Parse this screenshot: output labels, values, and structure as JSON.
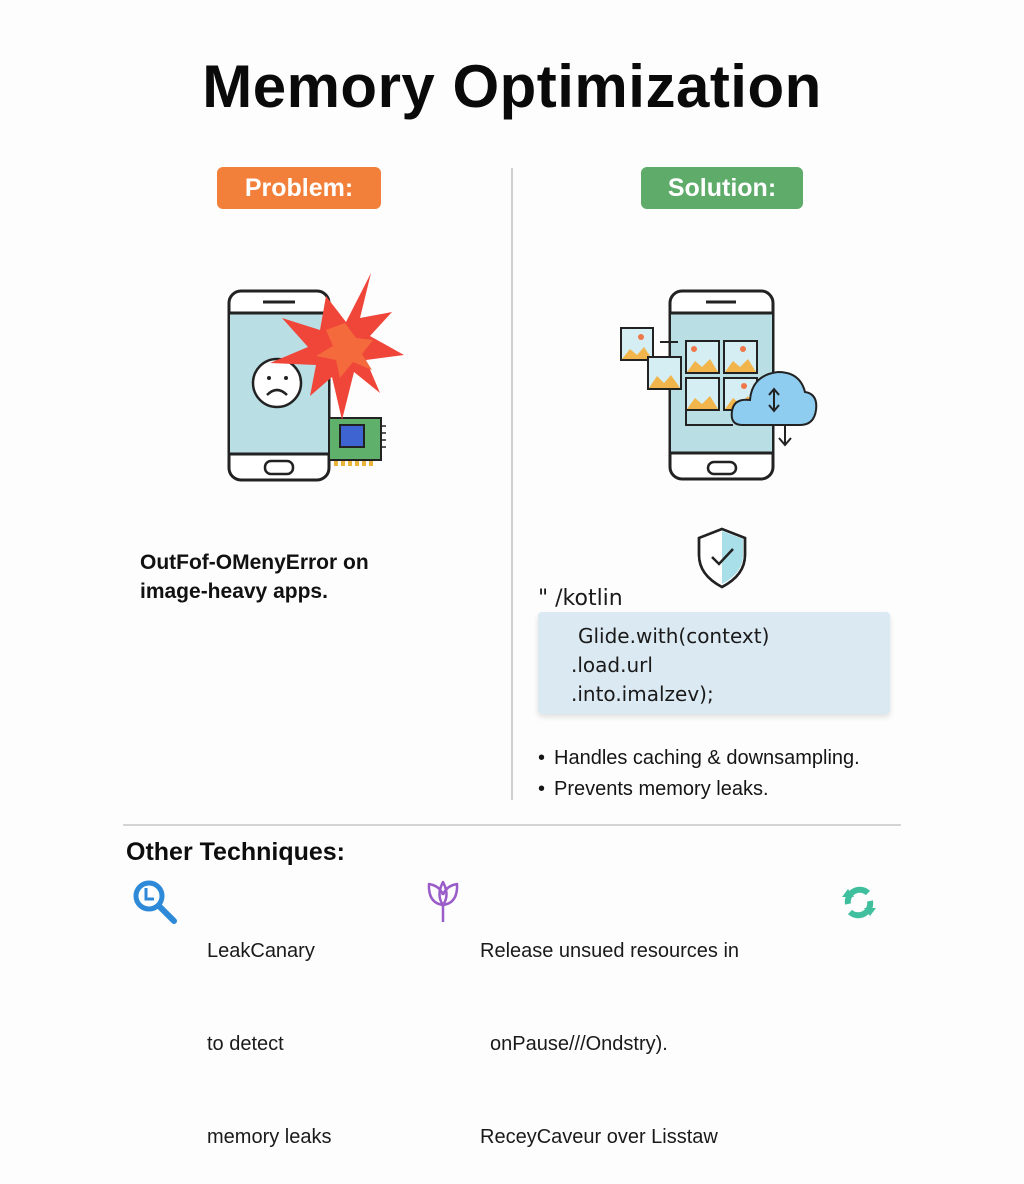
{
  "title": "Memory Optimization",
  "problem": {
    "badge": "Problem:",
    "description": "OutFof-OMenyError on image-heavy apps.",
    "illustration": [
      "phone-icon",
      "sad-face-icon",
      "explosion-icon",
      "memory-chip-icon"
    ]
  },
  "solution": {
    "badge": "Solution:",
    "illustration": [
      "phone-icon",
      "image-grid-icon",
      "cloud-sync-icon",
      "shield-check-icon"
    ],
    "code_lang": "\" /kotlin",
    "code_lines": [
      "Glide.with(context)",
      ".load.url",
      ".into.imalzev);"
    ],
    "bullets": [
      "Handles caching & downsampling.",
      "Prevents memory leaks."
    ]
  },
  "other_techniques": {
    "heading": "Other Techniques:",
    "items": [
      {
        "icon": "magnifier-clock-icon",
        "lines": [
          "LeakCanary",
          "to detect",
          "memory leaks"
        ]
      },
      {
        "icon": "leaf-icon",
        "lines": [
          "Release unsued resources in",
          "onPause///Ondstry).",
          "ReceyCaveur over Lisstaw"
        ]
      },
      {
        "icon": "refresh-icon",
        "lines": []
      }
    ]
  },
  "colors": {
    "problem_badge": "#f2803a",
    "solution_badge": "#5eab6a",
    "code_bg": "#dbe9f3",
    "screen": "#b9dfe4",
    "explosion": "#f0463a",
    "accent_blue": "#2e8ad8",
    "accent_purple": "#9a5cc8",
    "accent_teal": "#3fbf9e"
  }
}
